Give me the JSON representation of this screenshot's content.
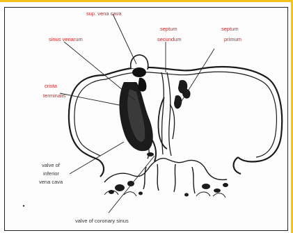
{
  "figure": {
    "labels": {
      "sup_vena_cava": "sup. vena cava",
      "sinus_venarum": "sinus venarum",
      "septum_secundum_1": "septum",
      "septum_secundum_2": "secundum",
      "septum_primum_1": "septum",
      "septum_primum_2": "primum",
      "crista_1": "crista",
      "crista_2": "terminalis",
      "valve_ivc_1": "valve of",
      "valve_ivc_2": "inferior",
      "valve_ivc_3": "vena cava",
      "valve_coronary_sinus": "valve of coronary sinus"
    },
    "colors": {
      "label_red": "#c42a2a",
      "outline": "#1a1a1a",
      "frame_yellow": "#f4c21a"
    }
  }
}
